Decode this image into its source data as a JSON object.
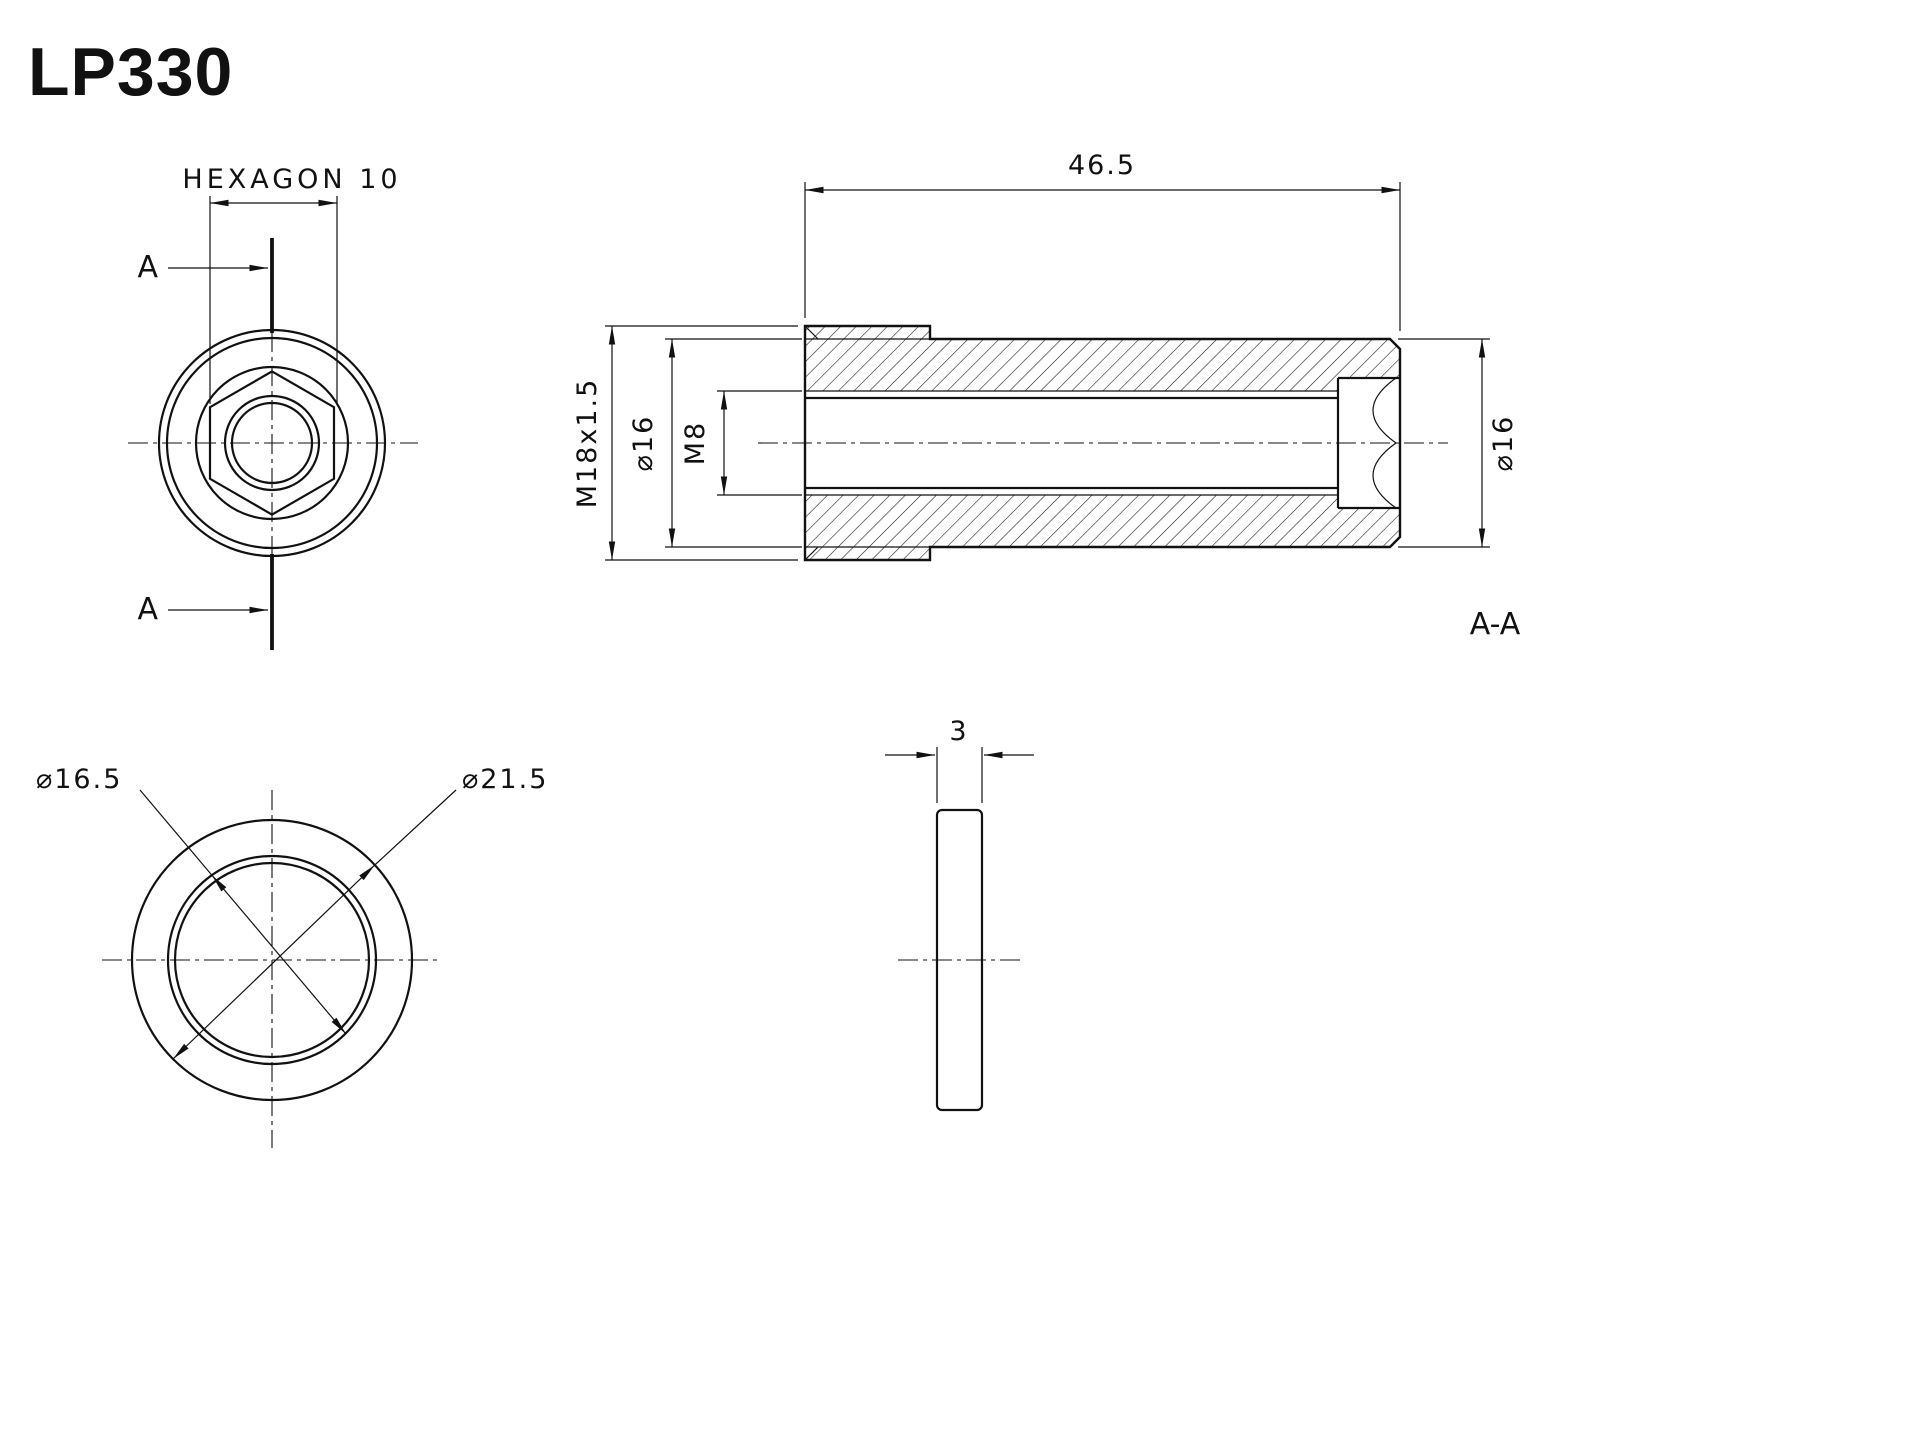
{
  "title": "LP330",
  "colors": {
    "background": "#ffffff",
    "line": "#111111"
  },
  "end_view": {
    "hexagon_dim": "HEXAGON 10",
    "section_marker_top": "A",
    "section_marker_bottom": "A"
  },
  "section_view": {
    "length_dim": "46.5",
    "thread_dim": "M18x1.5",
    "outer_dia_dim": "⌀16",
    "bore_thread_dim": "M8",
    "end_dia_dim": "⌀16",
    "section_label": "A-A"
  },
  "washer_front_view": {
    "inner_dia_dim": "⌀16.5",
    "outer_dia_dim": "⌀21.5"
  },
  "washer_side_view": {
    "thickness_dim": "3"
  }
}
